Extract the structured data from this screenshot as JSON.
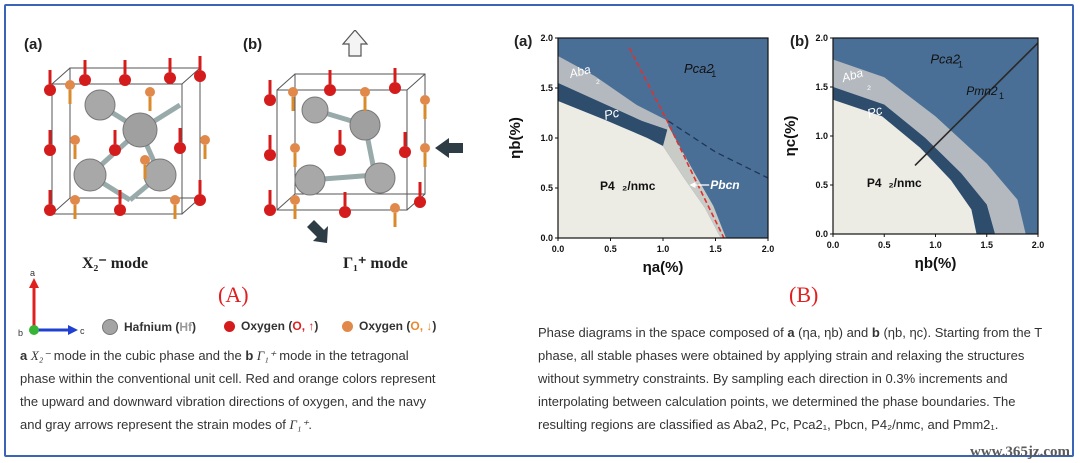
{
  "panel_a": {
    "label": "(A)",
    "sub_a": "(a)",
    "sub_b": "(b)",
    "mode_a": "X₂⁻ mode",
    "mode_b": "Γ₁⁺ mode",
    "axis_a": "a",
    "axis_b": "b",
    "axis_c": "c",
    "legend": {
      "hafnium": "Hafnium (",
      "hf": "Hf",
      "oxygen_up": "Oxygen (",
      "o_up": "O, ↑",
      "oxygen_down": "Oxygen (",
      "o_down": "O, ↓",
      "close": ")"
    },
    "caption": {
      "line1a": "a ",
      "line1b": "X₂⁻",
      "line1c": " mode in the cubic phase and the ",
      "line1d": "b ",
      "line1e": "Γ₁⁺",
      "line1f": " mode in the tetragonal",
      "line2": "phase within the conventional unit cell. Red and orange colors represent",
      "line3": "the upward and downward vibration directions of oxygen, and the navy",
      "line4a": "and gray arrows represent the strain modes of ",
      "line4b": "Γ₁⁺",
      "line4c": "."
    }
  },
  "panel_b": {
    "label": "(B)",
    "caption": {
      "line1a": "Phase diagrams in the space composed of ",
      "line1b": "a",
      "line1c": " (ηa, ηb) and ",
      "line1d": "b",
      "line1e": " (ηb, ηc). Starting from the T",
      "line2": "phase, all stable phases were obtained by applying strain and relaxing the structures",
      "line3": "without symmetry constraints. By sampling each direction in 0.3% increments and",
      "line4": "interpolating between calculation points, we determined the phase boundaries. The",
      "line5": "resulting regions are classified as Aba2, Pc, Pca2₁, Pbcn, P4₂/nmc, and Pmm2₁."
    }
  },
  "chart_data": [
    {
      "type": "area",
      "panel": "(a)",
      "xlabel": "ηa(%)",
      "ylabel": "ηb(%)",
      "xlim": [
        0,
        2.0
      ],
      "ylim": [
        0,
        2.0
      ],
      "xticks": [
        "0.0",
        "0.5",
        "1.0",
        "1.5",
        "2.0"
      ],
      "yticks": [
        "0.0",
        "0.5",
        "1.0",
        "1.5",
        "2.0"
      ],
      "regions": [
        "Pca2₁",
        "Aba₂",
        "Pc",
        "P4₂/nmc",
        "Pbcn"
      ],
      "colors": {
        "Pca2₁": "#4a6f96",
        "Aba₂": "#b3b9be",
        "Pc": "#2e4c6c",
        "P4₂/nmc": "#ecebe4",
        "boundary": "#e03030"
      },
      "boundaries": {
        "Pca2₁_Aba₂": [
          [
            0,
            1.82
          ],
          [
            0.35,
            1.62
          ],
          [
            0.75,
            1.33
          ],
          [
            1.05,
            1.17
          ]
        ],
        "Aba₂_Pc": [
          [
            0,
            1.55
          ],
          [
            0.4,
            1.36
          ],
          [
            0.8,
            1.17
          ],
          [
            1.05,
            1.08
          ]
        ],
        "Pc_P4₂nmc": [
          [
            0,
            1.37
          ],
          [
            0.45,
            1.18
          ],
          [
            0.85,
            1.0
          ],
          [
            1.0,
            0.92
          ]
        ],
        "P4₂nmc_lower": [
          [
            1.0,
            0.92
          ],
          [
            1.2,
            0.6
          ],
          [
            1.4,
            0.3
          ],
          [
            1.55,
            0
          ]
        ],
        "Pbcn_outer": [
          [
            1.05,
            1.12
          ],
          [
            1.3,
            0.65
          ],
          [
            1.48,
            0.32
          ],
          [
            1.6,
            0
          ]
        ],
        "red_dashed": [
          [
            0.68,
            1.9
          ],
          [
            1.05,
            1.15
          ],
          [
            1.3,
            0.6
          ],
          [
            1.58,
            0
          ]
        ],
        "navy_dashed": [
          [
            1.05,
            1.17
          ],
          [
            1.5,
            0.86
          ],
          [
            2.0,
            0.6
          ]
        ]
      }
    },
    {
      "type": "area",
      "panel": "(b)",
      "xlabel": "ηb(%)",
      "ylabel": "ηc(%)",
      "xlim": [
        0,
        2.0
      ],
      "ylim": [
        0,
        2.0
      ],
      "xticks": [
        "0.0",
        "0.5",
        "1.0",
        "1.5",
        "2.0"
      ],
      "yticks": [
        "0.0",
        "0.5",
        "1.0",
        "1.5",
        "2.0"
      ],
      "regions": [
        "Pca2₁",
        "Pmm2₁",
        "Aba₂",
        "Pc",
        "P4₂/nmc"
      ],
      "colors": {
        "Pca2₁": "#4a6f96",
        "Aba₂": "#b3b9be",
        "Pc": "#2e4c6c",
        "P4₂/nmc": "#ecebe4"
      },
      "boundaries": {
        "Pca2₁_Aba₂": [
          [
            0,
            1.78
          ],
          [
            0.5,
            1.6
          ],
          [
            1.0,
            1.2
          ],
          [
            1.5,
            0.72
          ],
          [
            1.8,
            0.35
          ],
          [
            1.88,
            0
          ]
        ],
        "Aba₂_Pc": [
          [
            0,
            1.5
          ],
          [
            0.5,
            1.32
          ],
          [
            0.9,
            0.98
          ],
          [
            1.25,
            0.62
          ],
          [
            1.5,
            0.3
          ],
          [
            1.58,
            0
          ]
        ],
        "Pc_P4₂nmc": [
          [
            0,
            1.37
          ],
          [
            0.48,
            1.2
          ],
          [
            0.85,
            0.88
          ],
          [
            1.15,
            0.55
          ],
          [
            1.35,
            0.25
          ],
          [
            1.4,
            0
          ]
        ],
        "Pmm2₁_line": [
          [
            0.8,
            0.7
          ],
          [
            2.0,
            1.95
          ]
        ]
      }
    }
  ]
}
